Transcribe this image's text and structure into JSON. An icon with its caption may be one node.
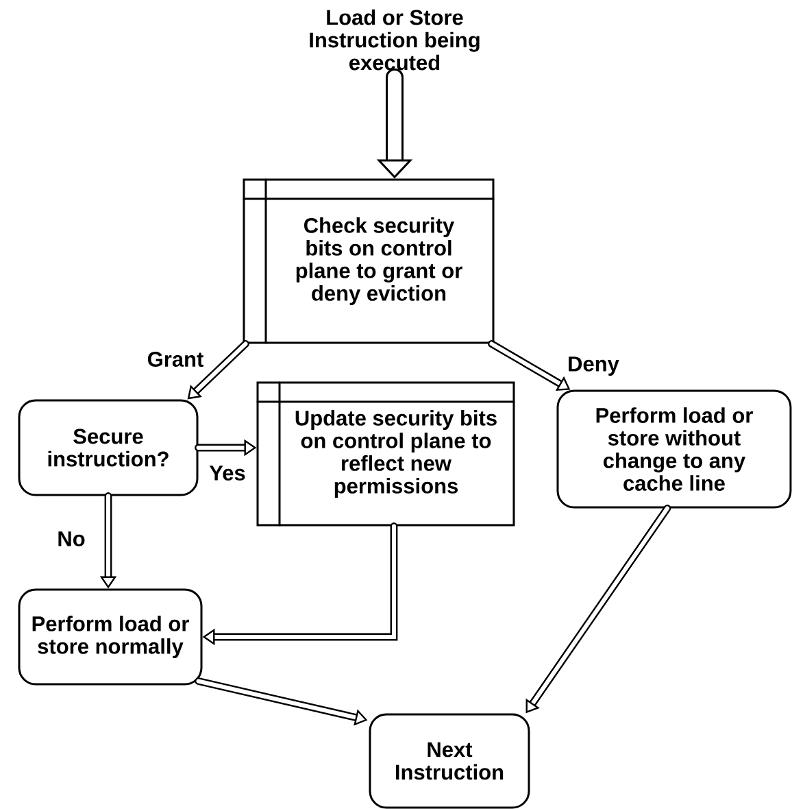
{
  "diagram": {
    "nodes": [
      {
        "text": [
          "Load or Store Instruction being executed"
        ]
      },
      {
        "text": [
          "Check security bits on control plane to grant or deny eviction"
        ]
      },
      {
        "text": [
          "Secure instruction?"
        ]
      },
      {
        "text": [
          "Update security bits on control plane to reflect new permissions"
        ]
      },
      {
        "text": [
          "Perform load or store without change to any cache line"
        ]
      },
      {
        "text": [
          "Perform load or store normally"
        ]
      },
      {
        "text": [
          "Next Instruction"
        ]
      }
    ],
    "edges": [
      {
        "from": 0,
        "to": 1,
        "arrow": "to",
        "style": "thick"
      },
      {
        "from": 1,
        "to": 2,
        "arrow": "to",
        "label": "Grant"
      },
      {
        "from": 1,
        "to": 4,
        "arrow": "to",
        "label": "Deny"
      },
      {
        "from": 2,
        "to": 3,
        "arrow": "to",
        "label": "Yes"
      },
      {
        "from": 2,
        "to": 5,
        "arrow": "to",
        "label": "No"
      },
      {
        "from": 3,
        "to": 5,
        "arrow": "to"
      },
      {
        "from": 5,
        "to": 6,
        "arrow": "to"
      },
      {
        "from": 4,
        "to": 6,
        "arrow": "to"
      }
    ]
  }
}
